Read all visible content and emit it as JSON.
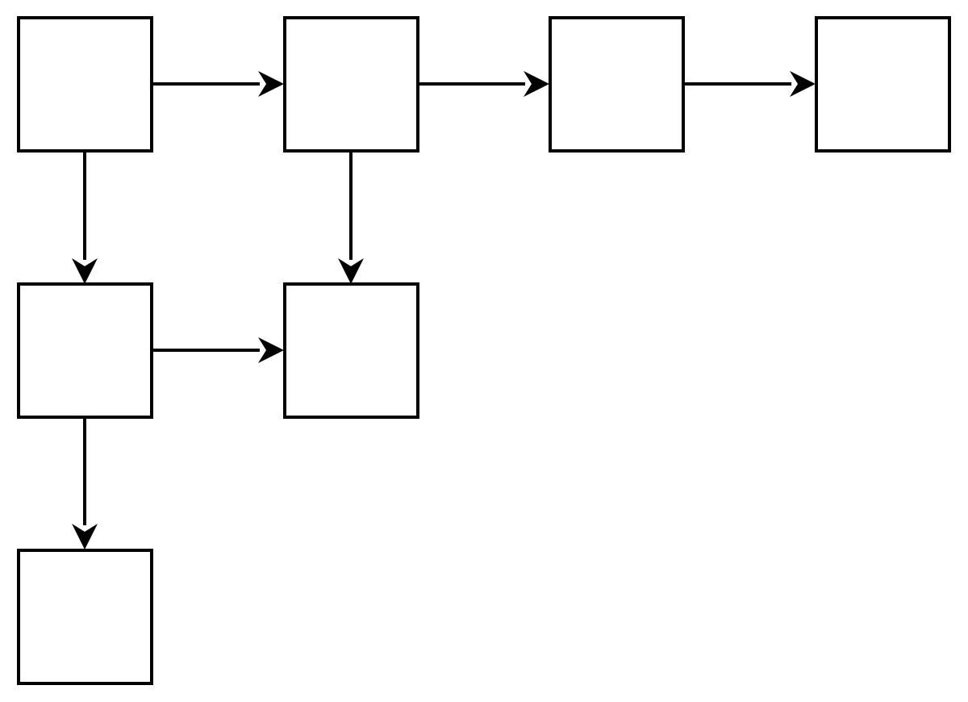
{
  "diagram": {
    "type": "flowchart",
    "colors": {
      "stroke": "#000000",
      "fill": "#ffffff",
      "background": "#ffffff"
    },
    "nodes": [
      {
        "id": "n1",
        "label": ""
      },
      {
        "id": "n2",
        "label": ""
      },
      {
        "id": "n3",
        "label": ""
      },
      {
        "id": "n4",
        "label": ""
      },
      {
        "id": "n5",
        "label": ""
      },
      {
        "id": "n6",
        "label": ""
      },
      {
        "id": "n7",
        "label": ""
      }
    ],
    "edges": [
      {
        "from": "n1",
        "to": "n2"
      },
      {
        "from": "n2",
        "to": "n3"
      },
      {
        "from": "n3",
        "to": "n4"
      },
      {
        "from": "n1",
        "to": "n5"
      },
      {
        "from": "n2",
        "to": "n6"
      },
      {
        "from": "n5",
        "to": "n6"
      },
      {
        "from": "n5",
        "to": "n7"
      }
    ]
  }
}
